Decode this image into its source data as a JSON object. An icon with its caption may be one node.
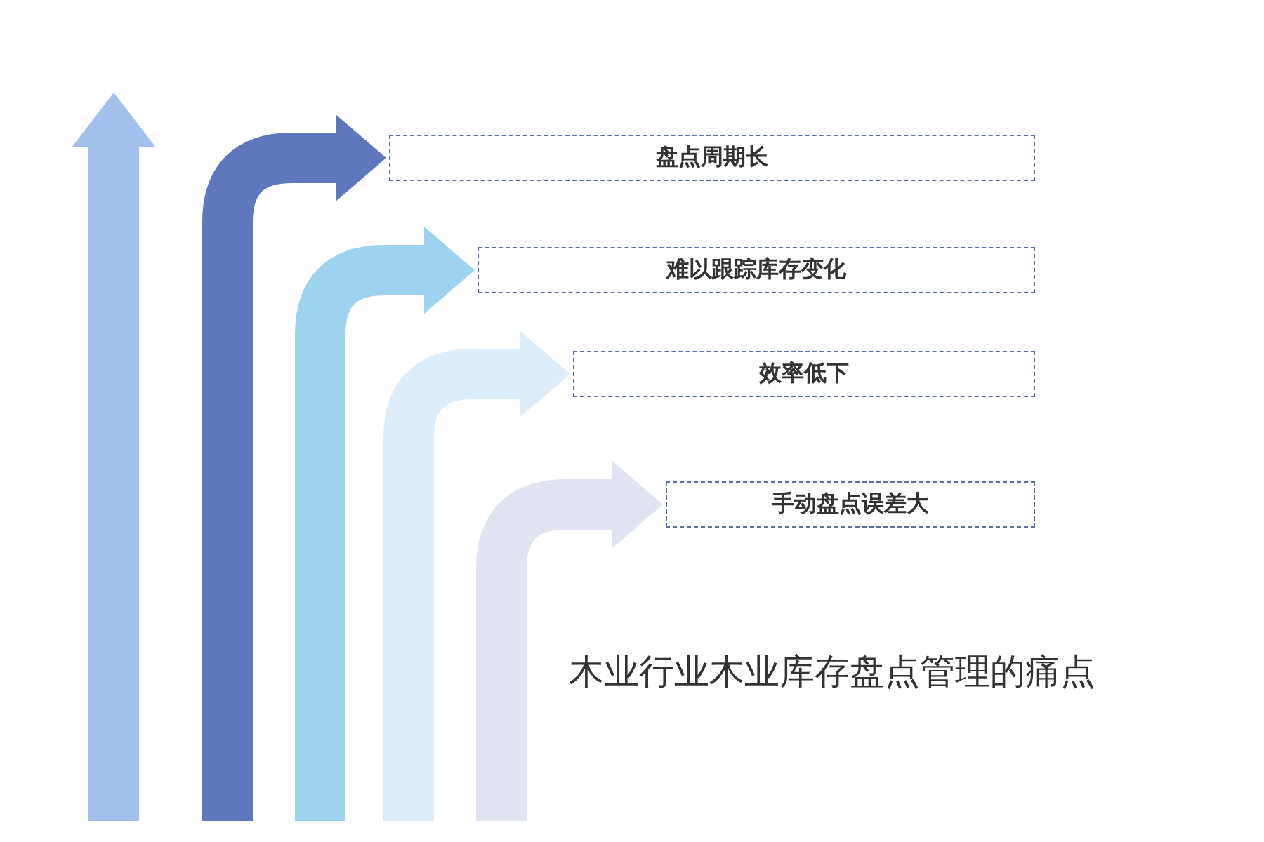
{
  "diagram": {
    "title": "木业行业木业库存盘点管理的痛点",
    "nodes": [
      {
        "text": [
          "盘点周期长"
        ]
      },
      {
        "text": [
          "难以跟踪库存变化"
        ]
      },
      {
        "text": [
          "效率低下"
        ]
      },
      {
        "text": [
          "手动盘点误差大"
        ]
      }
    ],
    "edges": [
      {
        "from": null,
        "to": 0,
        "arrow": "to",
        "color": "#5f77bd"
      },
      {
        "from": null,
        "to": 1,
        "arrow": "to",
        "color": "#9dd3ee"
      },
      {
        "from": null,
        "to": 2,
        "arrow": "to",
        "color": "#dcedf9"
      },
      {
        "from": null,
        "to": 3,
        "arrow": "to",
        "color": "#e0e3f1"
      }
    ]
  }
}
